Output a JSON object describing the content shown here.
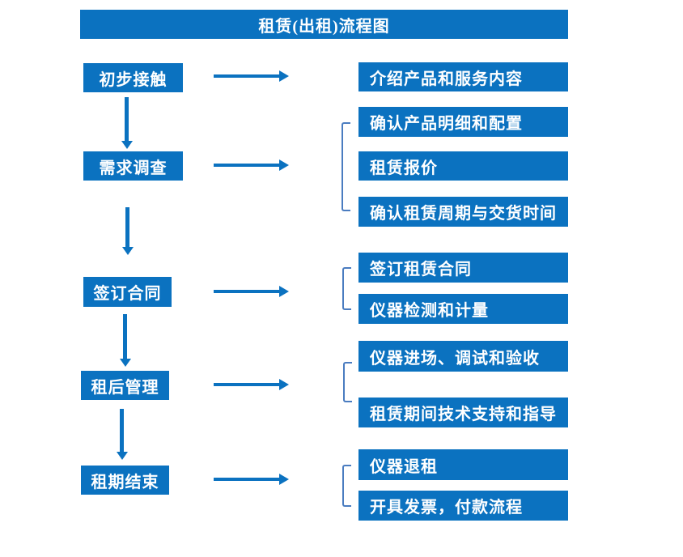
{
  "title": "租赁(出租)流程图",
  "colors": {
    "primary": "#0b72c0",
    "bracket": "#4a7cc0",
    "text": "#ffffff",
    "background": "#ffffff"
  },
  "steps": [
    {
      "label": "初步接触",
      "outputs": [
        "介绍产品和服务内容"
      ]
    },
    {
      "label": "需求调查",
      "outputs": [
        "确认产品明细和配置",
        "租赁报价",
        "确认租赁周期与交货时间"
      ]
    },
    {
      "label": "签订合同",
      "outputs": [
        "签订租赁合同",
        "仪器检测和计量"
      ]
    },
    {
      "label": "租后管理",
      "outputs": [
        "仪器进场、调试和验收",
        "租赁期间技术支持和指导"
      ]
    },
    {
      "label": "租期结束",
      "outputs": [
        "仪器退租",
        "开具发票，付款流程"
      ]
    }
  ]
}
